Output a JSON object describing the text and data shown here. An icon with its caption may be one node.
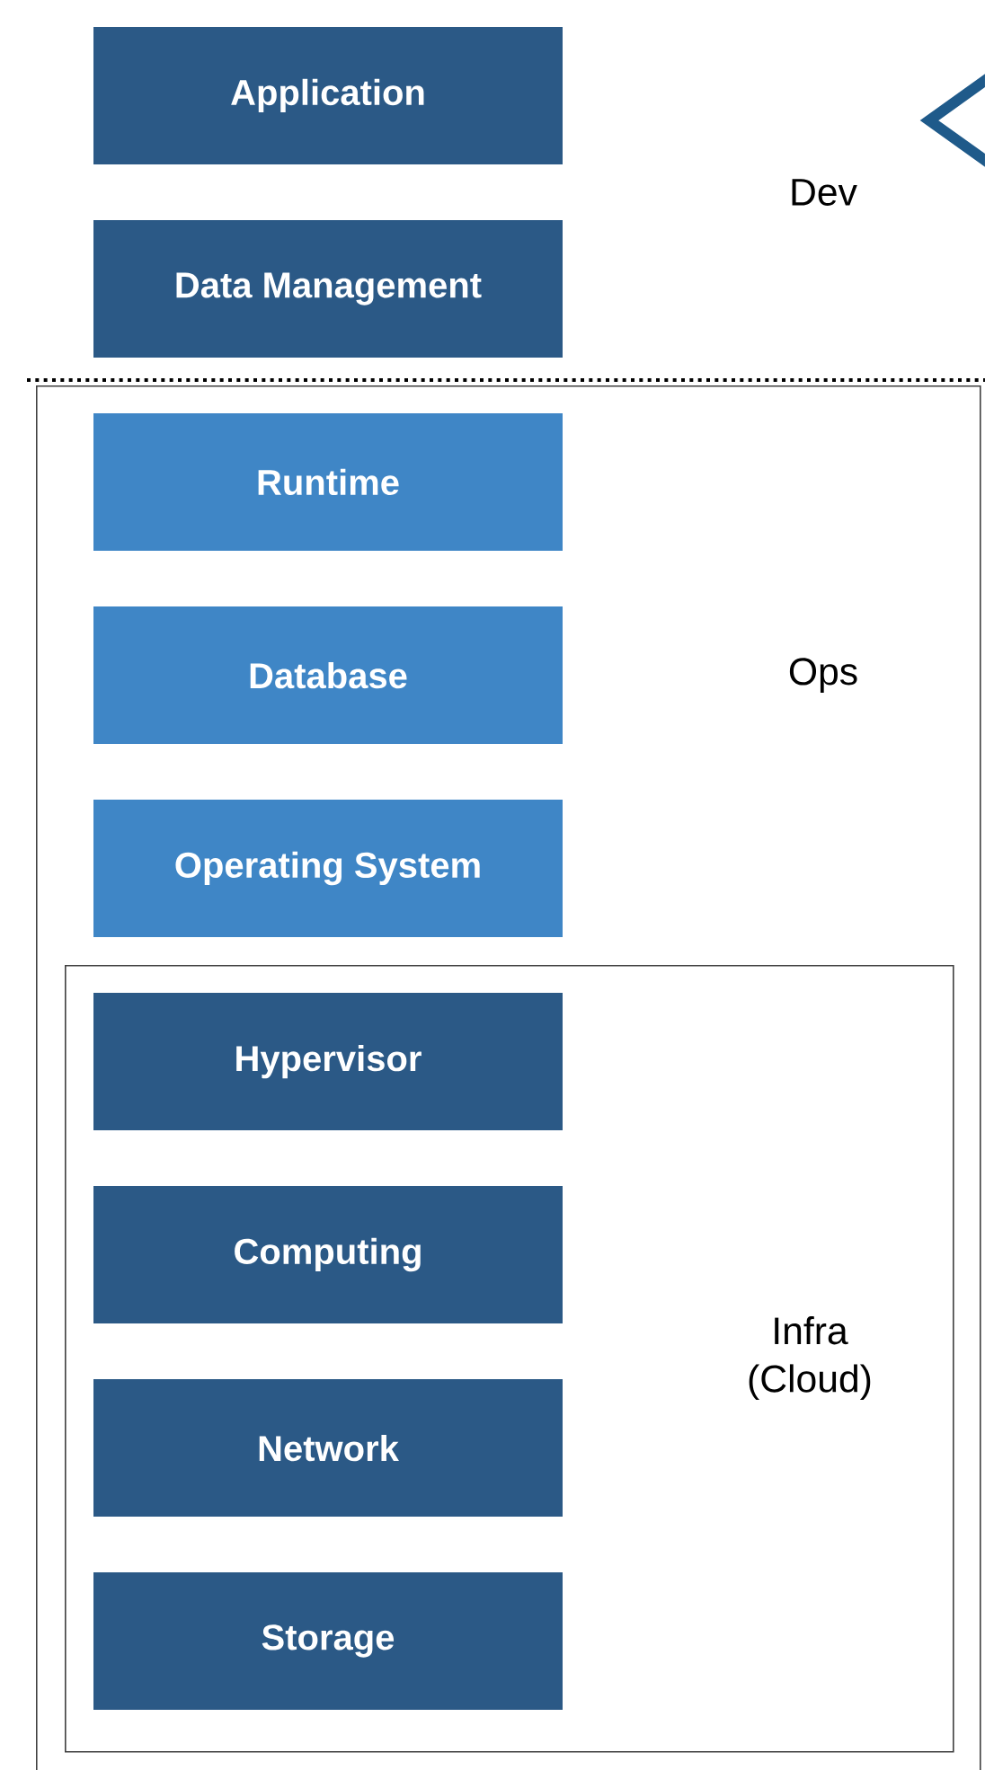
{
  "diagram": {
    "nodes": [
      {
        "text": [
          "Application"
        ]
      },
      {
        "text": [
          "Data Management"
        ]
      },
      {
        "text": [
          "Ops"
        ]
      },
      {
        "text": [
          "Runtime"
        ],
        "in": 2
      },
      {
        "text": [
          "Database"
        ],
        "in": 2
      },
      {
        "text": [
          "Operating System"
        ],
        "in": 2
      },
      {
        "text": [
          "Infra (Cloud)"
        ],
        "in": 2
      },
      {
        "text": [
          "Hypervisor"
        ],
        "in": 6
      },
      {
        "text": [
          "Computing"
        ],
        "in": 6
      },
      {
        "text": [
          "Network"
        ],
        "in": 6
      },
      {
        "text": [
          "Storage"
        ],
        "in": 6
      }
    ],
    "edges": [],
    "labels": [
      "Dev"
    ]
  }
}
